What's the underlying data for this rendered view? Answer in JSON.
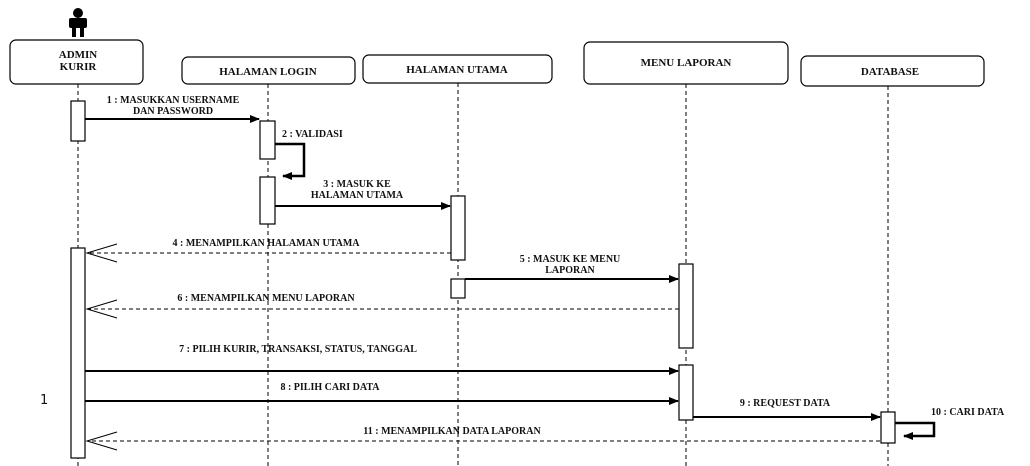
{
  "lifelines": [
    {
      "label_lines": [
        "ADMIN",
        "KURIR"
      ]
    },
    {
      "label_lines": [
        "HALAMAN LOGIN"
      ]
    },
    {
      "label_lines": [
        "HALAMAN UTAMA"
      ]
    },
    {
      "label_lines": [
        "MENU LAPORAN"
      ]
    },
    {
      "label_lines": [
        "DATABASE"
      ]
    }
  ],
  "messages": [
    {
      "lines": [
        "1 : MASUKKAN USERNAME",
        "DAN PASSWORD"
      ]
    },
    {
      "lines": [
        "2 : VALIDASI"
      ]
    },
    {
      "lines": [
        "3 :  MASUK KE",
        "HALAMAN UTAMA"
      ]
    },
    {
      "lines": [
        "4 :  MENAMPILKAN HALAMAN UTAMA"
      ]
    },
    {
      "lines": [
        "5 :  MASUK KE MENU",
        "LAPORAN"
      ]
    },
    {
      "lines": [
        "6 :  MENAMPILKAN MENU LAPORAN"
      ]
    },
    {
      "lines": [
        "7 : PILIH KURIR, TRANSAKSI, STATUS, TANGGAL"
      ]
    },
    {
      "lines": [
        "8 : PILIH CARI DATA"
      ]
    },
    {
      "lines": [
        "9 :  REQUEST DATA"
      ]
    },
    {
      "lines": [
        "10 :  CARI DATA"
      ]
    },
    {
      "lines": [
        "11 :    MENAMPILKAN DATA LAPORAN"
      ]
    }
  ],
  "side_number": "1"
}
